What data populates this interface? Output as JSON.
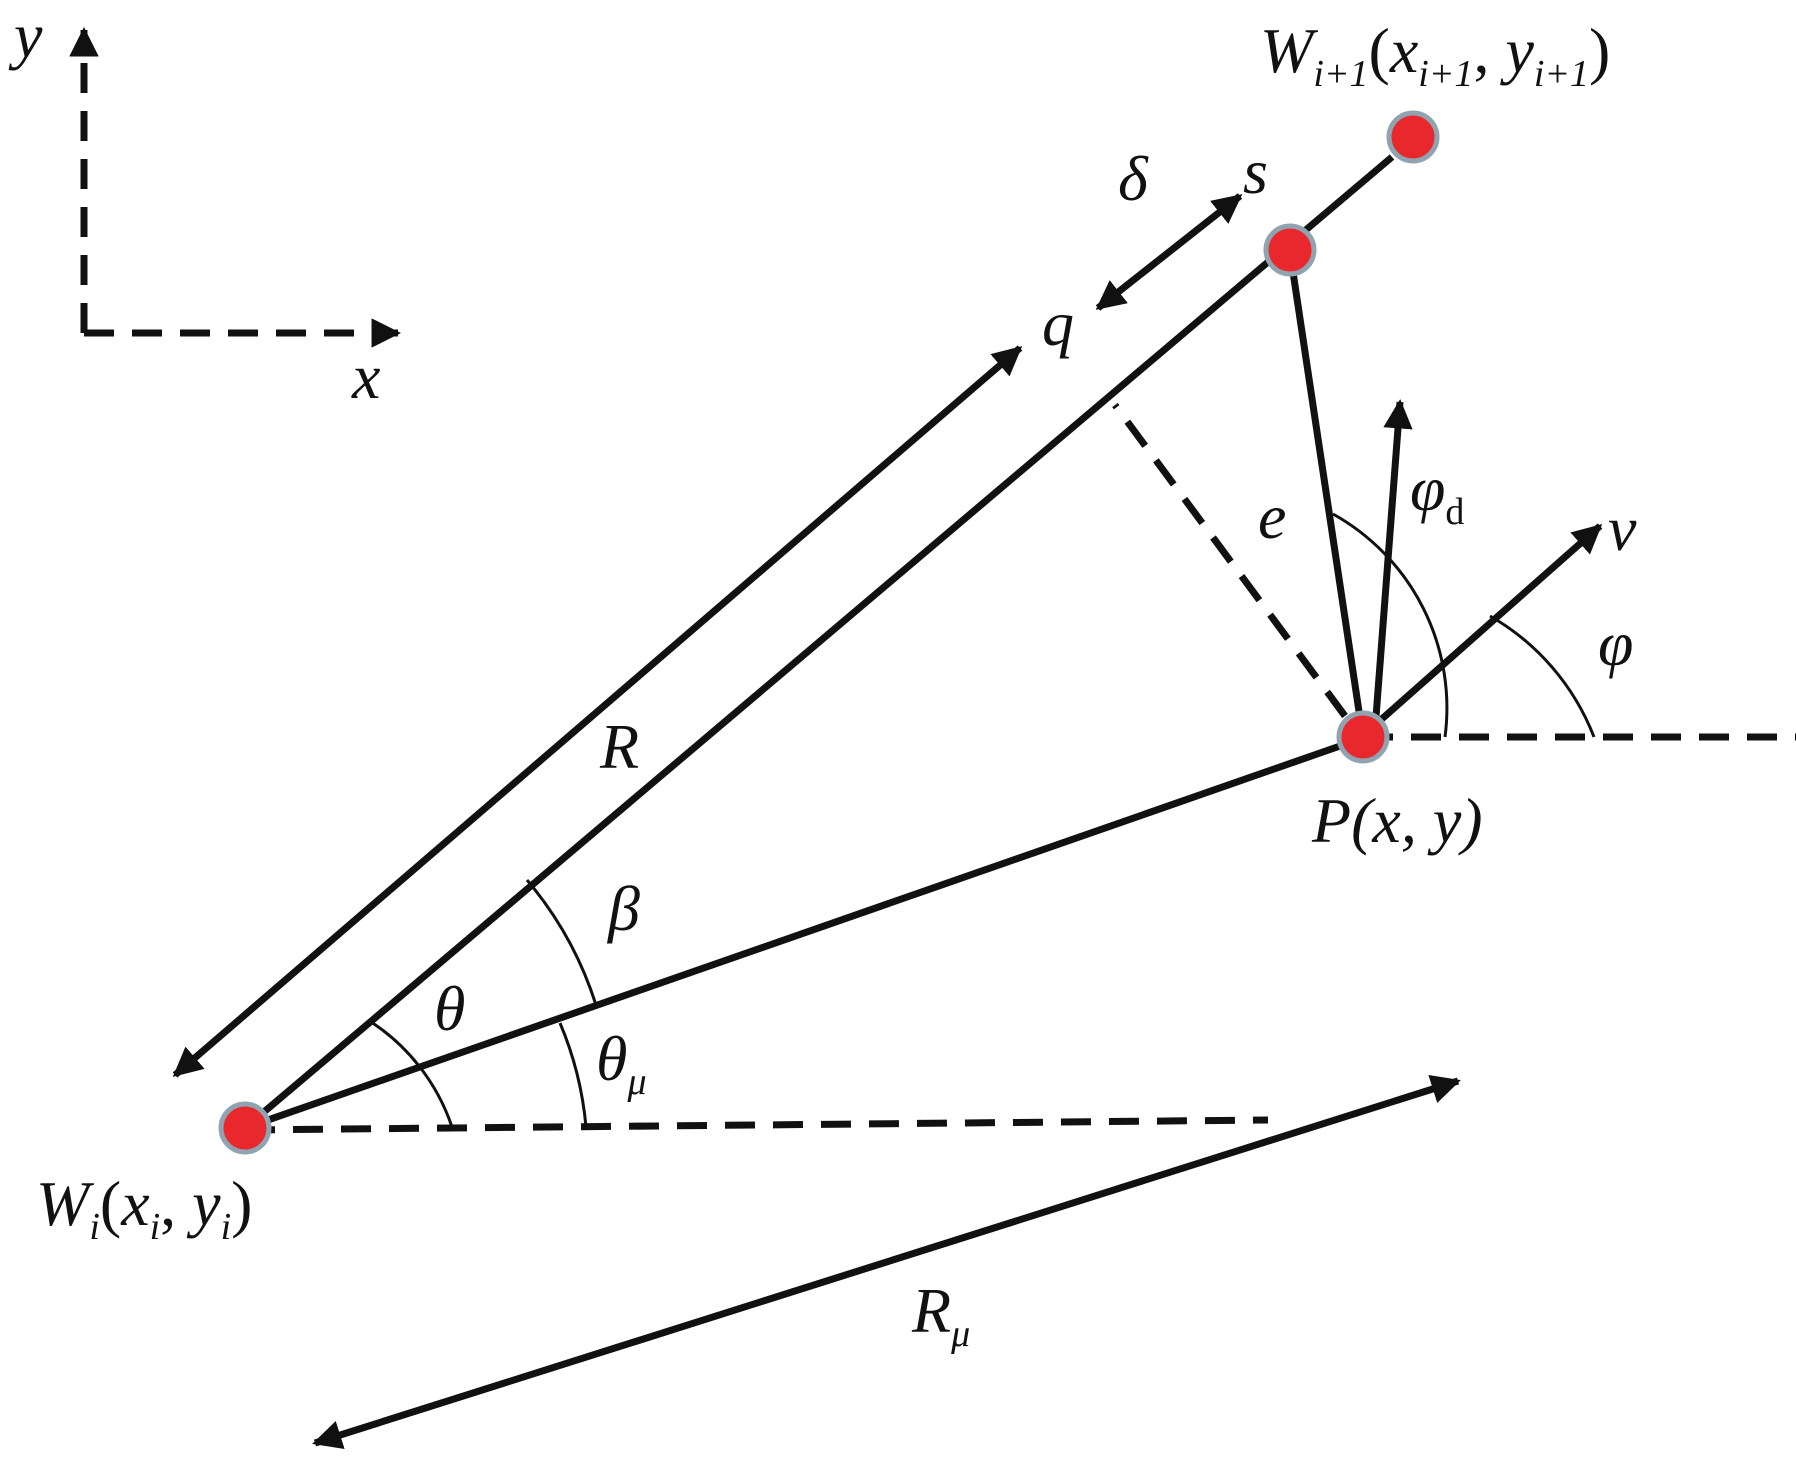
{
  "colors": {
    "line": "#111111",
    "point_fill": "#e8282d",
    "point_stroke": "#8fa4b0",
    "background": "#ffffff"
  },
  "axes": {
    "x_label": "x",
    "y_label": "y"
  },
  "points": {
    "wi": {
      "name": "W",
      "sub": "i",
      "x": "x",
      "x_sub": "i",
      "y": "y",
      "y_sub": "i"
    },
    "wi1": {
      "name": "W",
      "sub": "i+1",
      "x": "x",
      "x_sub": "i+1",
      "y": "y",
      "y_sub": "i+1"
    },
    "p": {
      "text": "P(x, y)"
    }
  },
  "labels": {
    "delta": "δ",
    "s": "s",
    "q": "q",
    "R": "R",
    "e": "e",
    "phi_d": "φ",
    "phi_d_sub": "d",
    "v": "v",
    "phi": "φ",
    "beta": "β",
    "theta": "θ",
    "theta_mu": "θ",
    "theta_mu_sub": "μ",
    "R_mu": "R",
    "R_mu_sub": "μ"
  }
}
